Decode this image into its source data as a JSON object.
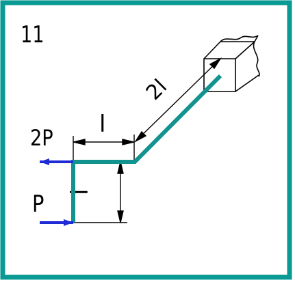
{
  "colors": {
    "frame": "#0a9a94",
    "rod": "#12938f",
    "force_arrow": "#1f2bd6",
    "line": "#000000"
  },
  "task_number": "11",
  "loads": {
    "upper": "2P",
    "lower": "P"
  },
  "dimensions": {
    "horizontal_segment": "l",
    "inclined_segment": "2l",
    "vertical_segment": "l"
  }
}
